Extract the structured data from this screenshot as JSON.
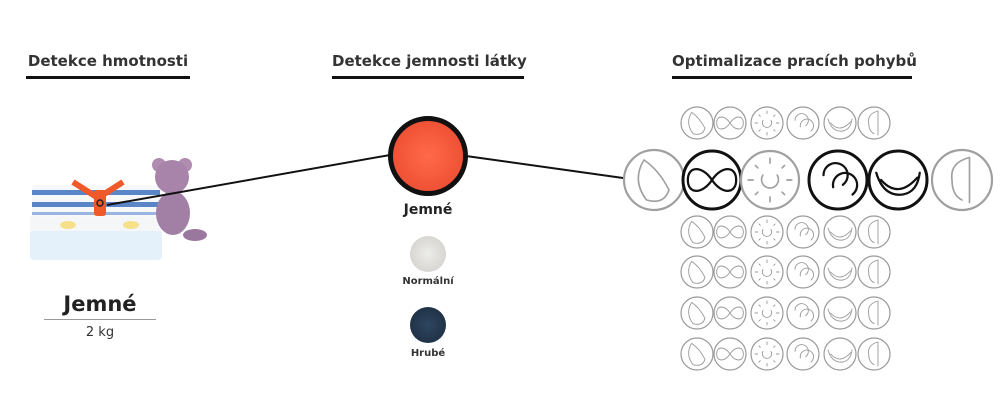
{
  "sections": {
    "weight": {
      "title": "Detekce hmotnosti",
      "label": "Jemné",
      "value": "2 kg"
    },
    "fabric": {
      "title": "Detekce jemnosti látky",
      "selected": {
        "label": "Jemné",
        "color": "#f05a3c"
      },
      "options": [
        {
          "label": "Normální",
          "color": "#dedcd8"
        },
        {
          "label": "Hrubé",
          "color": "#223448"
        }
      ]
    },
    "motions": {
      "title": "Optimalizace pracích pohybů",
      "icons": [
        "rolling-icon",
        "swirl-infinity-icon",
        "scrubbing-icon",
        "stepping-icon",
        "swing-icon",
        "tumble-icon"
      ],
      "selected_row_active": [
        false,
        true,
        false,
        true,
        true,
        false
      ]
    }
  }
}
